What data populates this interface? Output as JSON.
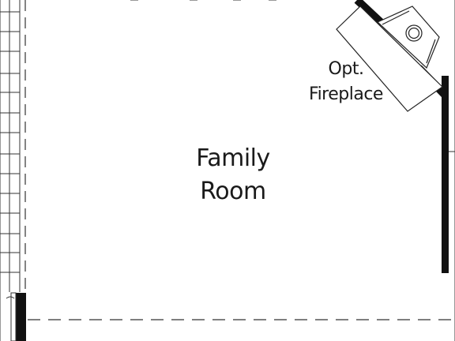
{
  "rooms": {
    "family_room": {
      "line1": "Family",
      "line2": "Room"
    }
  },
  "fireplace": {
    "line1": "Opt.",
    "line2": "Fireplace"
  }
}
